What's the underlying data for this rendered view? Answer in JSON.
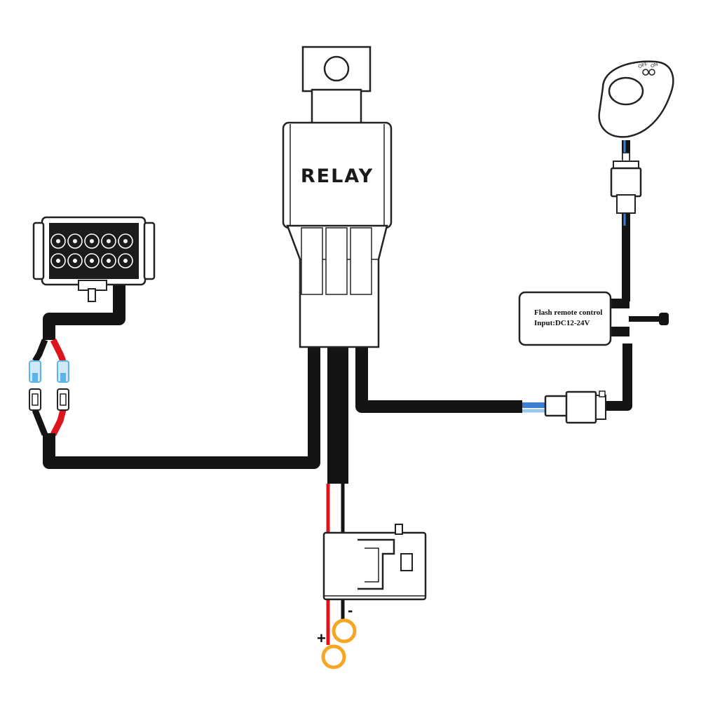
{
  "relay": {
    "label": "RELAY"
  },
  "controller": {
    "line1": "Flash remote control",
    "line2": "Input:DC12-24V"
  },
  "switch": {
    "off_label": "OFF",
    "on_label": "ON"
  },
  "battery": {
    "positive_sign": "+",
    "negative_sign": "-"
  },
  "colors": {
    "wire_black": "#141414",
    "wire_red": "#e0141b",
    "wire_blue": "#3a7fd0",
    "wire_light_blue": "#9cc7ea",
    "ring_terminal": "#f5a623",
    "connector_blue": "#5fb4e6",
    "outline": "#222222"
  },
  "icons": [
    "light-bar-icon",
    "relay-icon",
    "switch-icon",
    "fuse-holder-icon",
    "ring-terminal-icon",
    "connector-icon"
  ]
}
